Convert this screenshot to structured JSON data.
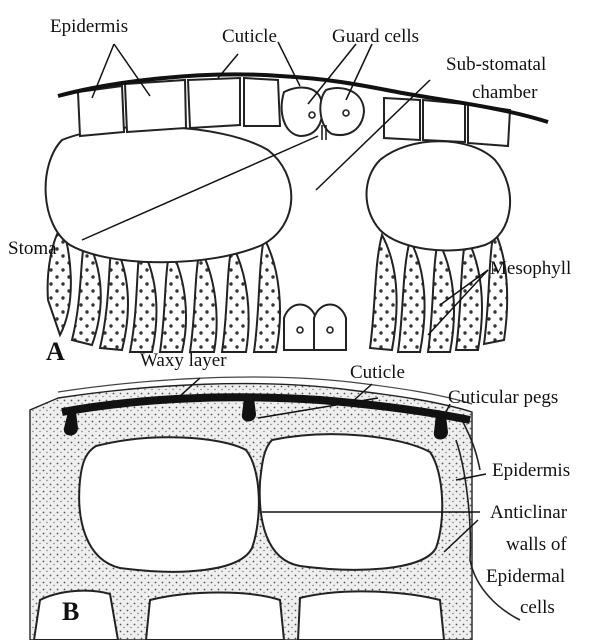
{
  "panel_a": {
    "letter": "A",
    "labels": {
      "epidermis": "Epidermis",
      "cuticle": "Cuticle",
      "guard_cells": "Guard cells",
      "sub_stomatal_1": "Sub-stomatal",
      "sub_stomatal_2": "chamber",
      "stoma": "Stoma",
      "mesophyll": "Mesophyll"
    }
  },
  "panel_b": {
    "letter": "B",
    "labels": {
      "waxy_layer": "Waxy layer",
      "cuticle": "Cuticle",
      "cuticular_pegs": "Cuticular pegs",
      "epidermis": "Epidermis",
      "anticlinar_1": "Anticlinar",
      "anticlinar_2": "walls of",
      "anticlinar_3": "Epidermal",
      "anticlinar_4": "cells"
    }
  },
  "colors": {
    "ink": "#111111",
    "stipple": "#e6e6e6",
    "background": "#ffffff"
  }
}
